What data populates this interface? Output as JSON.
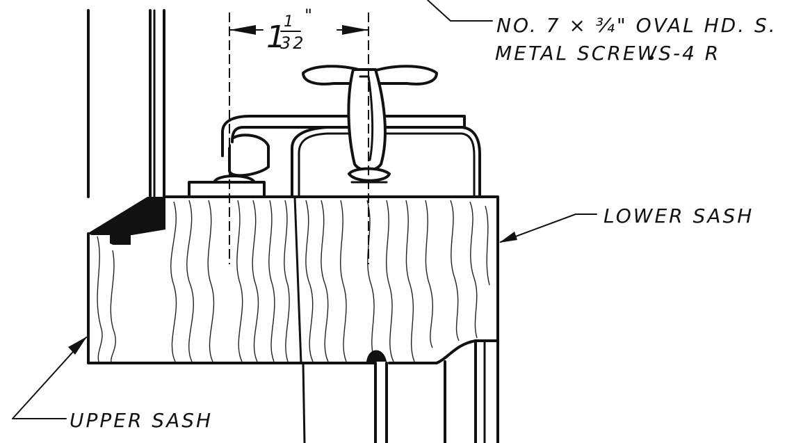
{
  "labels": {
    "screw_line1": "NO. 7 × ¾\" OVAL HD. S.",
    "screw_line2": "METAL SCREWS-4 R",
    "lower_sash": "LOWER SASH",
    "upper_sash": "UPPER SASH"
  },
  "dimension": {
    "whole": "1",
    "numerator": "1",
    "denominator": "32",
    "unit_mark": "\""
  }
}
